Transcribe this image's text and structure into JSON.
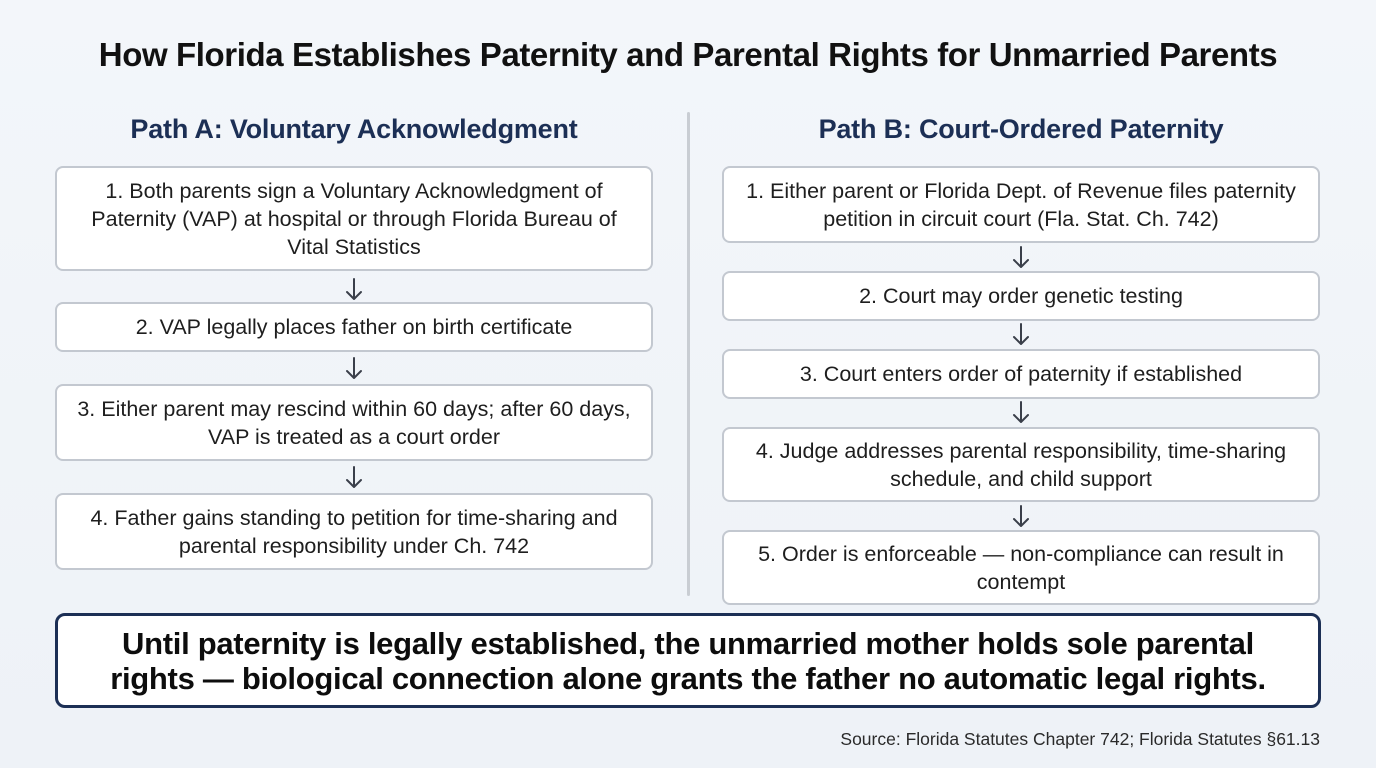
{
  "title": "How Florida Establishes Paternity and Parental Rights for Unmarried Parents",
  "path_a": {
    "heading": "Path A: Voluntary Acknowledgment",
    "steps": [
      "1. Both parents sign a Voluntary Acknowledgment of Paternity (VAP) at hospital or through Florida Bureau of Vital Statistics",
      "2. VAP legally places father on birth certificate",
      "3. Either parent may rescind within 60 days; after 60 days, VAP is treated as a court order",
      "4. Father gains standing to petition for time-sharing and parental responsibility under Ch. 742"
    ]
  },
  "path_b": {
    "heading": "Path B: Court-Ordered Paternity",
    "steps": [
      "1. Either parent or Florida Dept. of Revenue files paternity petition in circuit court (Fla. Stat. Ch. 742)",
      "2. Court may order genetic testing",
      "3. Court enters order of paternity if established",
      "4. Judge addresses parental responsibility, time-sharing schedule, and child support",
      "5. Order is enforceable — non-compliance can result in contempt"
    ]
  },
  "banner": "Until paternity is legally established, the unmarried mother holds sole parental rights — biological connection alone grants the father no automatic legal rights.",
  "source": "Source: Florida Statutes Chapter 742; Florida Statutes §61.13",
  "colors": {
    "heading": "#1c2f55",
    "box_border": "#c3c8d0",
    "banner_border": "#1c2f55",
    "arrow": "#3a3f4a"
  }
}
